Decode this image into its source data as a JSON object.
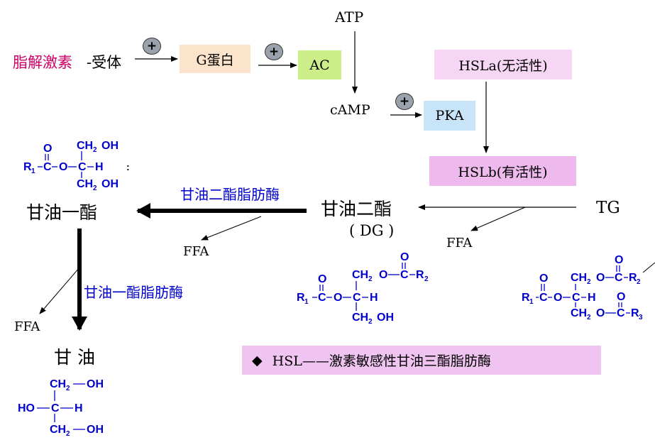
{
  "signal": {
    "hormone": "脂解激素",
    "receptor": "-受体",
    "g_protein": "G蛋白",
    "ac": "AC",
    "atp": "ATP",
    "camp": "cAMP",
    "pka": "PKA",
    "hsl_a": "HSLa(无活性)",
    "hsl_b": "HSLb(有活性)",
    "plus": "+"
  },
  "lipolysis": {
    "tg": "TG",
    "dg": "甘油二酯",
    "dg_abbr": "( DG )",
    "mg": "甘油一酯",
    "glycerol": "甘 油",
    "dg_lipase": "甘油二酯脂肪酶",
    "mg_lipase": "甘油一酯脂肪酶",
    "ffa": "FFA"
  },
  "structures": {
    "o": "O",
    "r1": "R",
    "r2": "R",
    "r3": "R",
    "sub1": "1",
    "sub2": "2",
    "sub3": "3",
    "c": "C",
    "h": "H",
    "oh": "OH",
    "ch2": "CH",
    "ch2_sub": "2",
    "ho": "HO",
    "colon": ":"
  },
  "note": {
    "bullet": "◆",
    "text": "HSL——激素敏感性甘油三酯脂肪酶"
  },
  "colors": {
    "hormone_text": "#cc0066",
    "g_protein_bg": "#fce4cc",
    "ac_bg": "#ccee88",
    "pka_bg": "#c8e4f8",
    "hsla_bg": "#f6d6f4",
    "hslb_bg": "#eebaee",
    "note_bg": "#f0c4f0",
    "enzyme_text": "#0000cc",
    "structure_text": "#0000cc"
  }
}
